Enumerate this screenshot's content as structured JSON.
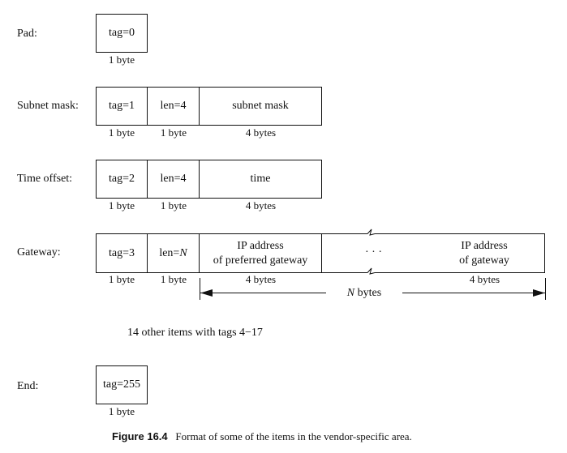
{
  "rows": {
    "pad": {
      "label": "Pad:",
      "fields": [
        {
          "text": "tag=0",
          "size": "1 byte"
        }
      ]
    },
    "subnet": {
      "label": "Subnet mask:",
      "fields": [
        {
          "text": "tag=1",
          "size": "1 byte"
        },
        {
          "text": "len=4",
          "size": "1 byte"
        },
        {
          "text": "subnet mask",
          "size": "4 bytes"
        }
      ]
    },
    "time": {
      "label": "Time offset:",
      "fields": [
        {
          "text": "tag=2",
          "size": "1 byte"
        },
        {
          "text": "len=4",
          "size": "1 byte"
        },
        {
          "text": "time",
          "size": "4 bytes"
        }
      ]
    },
    "gateway": {
      "label": "Gateway:",
      "fields": [
        {
          "text": "tag=3",
          "size": "1 byte"
        },
        {
          "text_prefix": "len=",
          "text_var": "N",
          "size": "1 byte"
        },
        {
          "line1": "IP address",
          "line2": "of preferred gateway",
          "size": "4 bytes"
        },
        {
          "text": "· · ·"
        },
        {
          "line1": "IP address",
          "line2": "of gateway",
          "size": "4 bytes"
        }
      ],
      "span_var": "N",
      "span_suffix": " bytes"
    },
    "end": {
      "label": "End:",
      "fields": [
        {
          "text": "tag=255",
          "size": "1 byte"
        }
      ]
    }
  },
  "note": "14 other items with tags 4−17",
  "caption": {
    "label": "Figure 16.4",
    "text": "Format of some of the items in the vendor-specific area."
  }
}
